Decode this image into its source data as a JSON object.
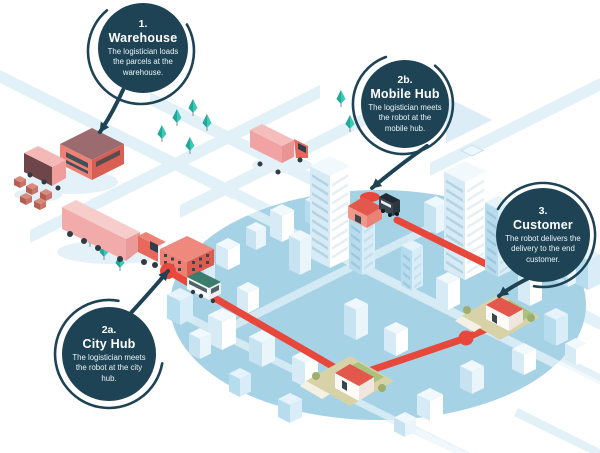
{
  "steps": [
    {
      "number": "1.",
      "title": "Warehouse",
      "description": "The logistician loads the parcels at the warehouse."
    },
    {
      "number": "2a.",
      "title": "City Hub",
      "description": "The logistician meets the robot at the city hub."
    },
    {
      "number": "2b.",
      "title": "Mobile Hub",
      "description": "The logistician meets the robot at the mobile hub."
    },
    {
      "number": "3.",
      "title": "Customer",
      "description": "The robot delivers the delivery to the end customer."
    }
  ],
  "colors": {
    "bubble_bg": "#1d4355",
    "bubble_text": "#ffffff",
    "route_red": "#e8483b",
    "city_zone_blue": "#a6d2e6",
    "building_salmon": "#ee8074",
    "roof_red": "#e2584c",
    "roof_dark": "#9c6b6f",
    "tree_teal": "#3cc8b7",
    "road_light_blue": "#e2f0f8",
    "lawn_tan": "#d8d2a8"
  },
  "scene": {
    "landmarks": [
      "warehouse-building",
      "loading-truck",
      "parcel-boxes",
      "semi-truck",
      "delivery-van",
      "city-hub-building",
      "robot-tram",
      "mobile-hub-house",
      "delivery-robot",
      "customer-house",
      "residential-house",
      "city-zone",
      "delivery-route"
    ]
  }
}
